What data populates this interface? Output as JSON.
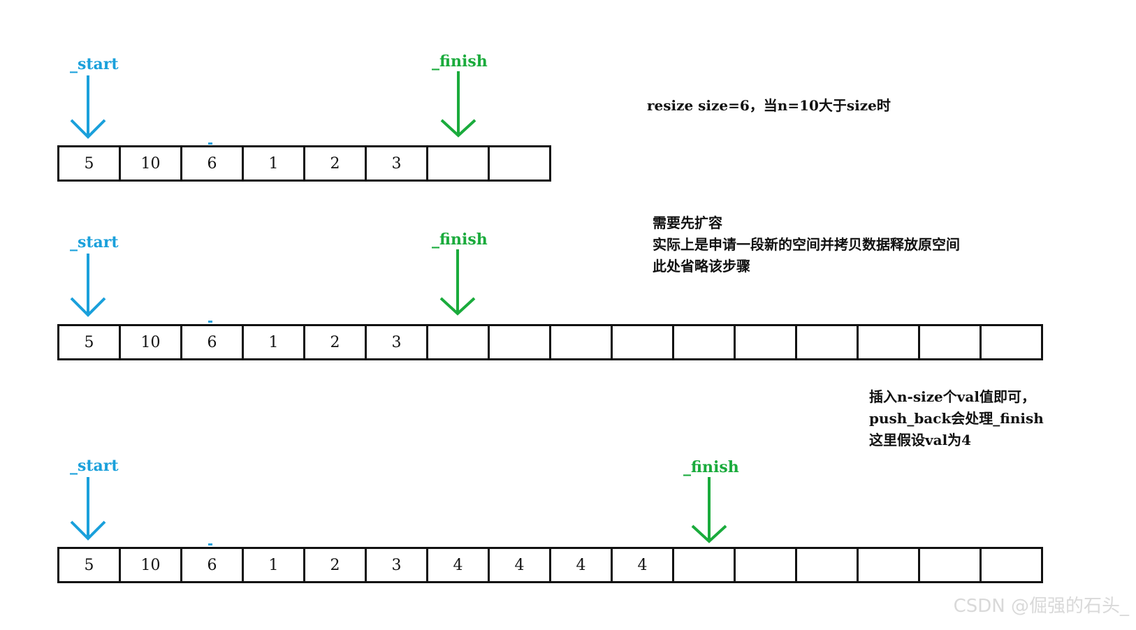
{
  "colors": {
    "start": "#1aa0db",
    "finish": "#1aab3c",
    "border": "#111111"
  },
  "pointers": {
    "start_label": "_start",
    "finish_label": "_finish"
  },
  "rows": [
    {
      "cells": [
        "5",
        "10",
        "6",
        "1",
        "2",
        "3",
        "",
        ""
      ],
      "finish_index": 6
    },
    {
      "cells": [
        "5",
        "10",
        "6",
        "1",
        "2",
        "3",
        "",
        "",
        "",
        "",
        "",
        "",
        "",
        "",
        "",
        ""
      ],
      "finish_index": 6
    },
    {
      "cells": [
        "5",
        "10",
        "6",
        "1",
        "2",
        "3",
        "4",
        "4",
        "4",
        "4",
        "",
        "",
        "",
        "",
        "",
        ""
      ],
      "finish_index": 10
    }
  ],
  "notes": {
    "step1": [
      "resize  size=6，当n=10大于size时"
    ],
    "step2": [
      "需要先扩容",
      "实际上是申请一段新的空间并拷贝数据释放原空间",
      "此处省略该步骤"
    ],
    "step3": [
      "插入n-size个val值即可，",
      "push_back会处理_finish",
      "这里假设val为4"
    ]
  },
  "watermark": "CSDN @倔强的石头_"
}
